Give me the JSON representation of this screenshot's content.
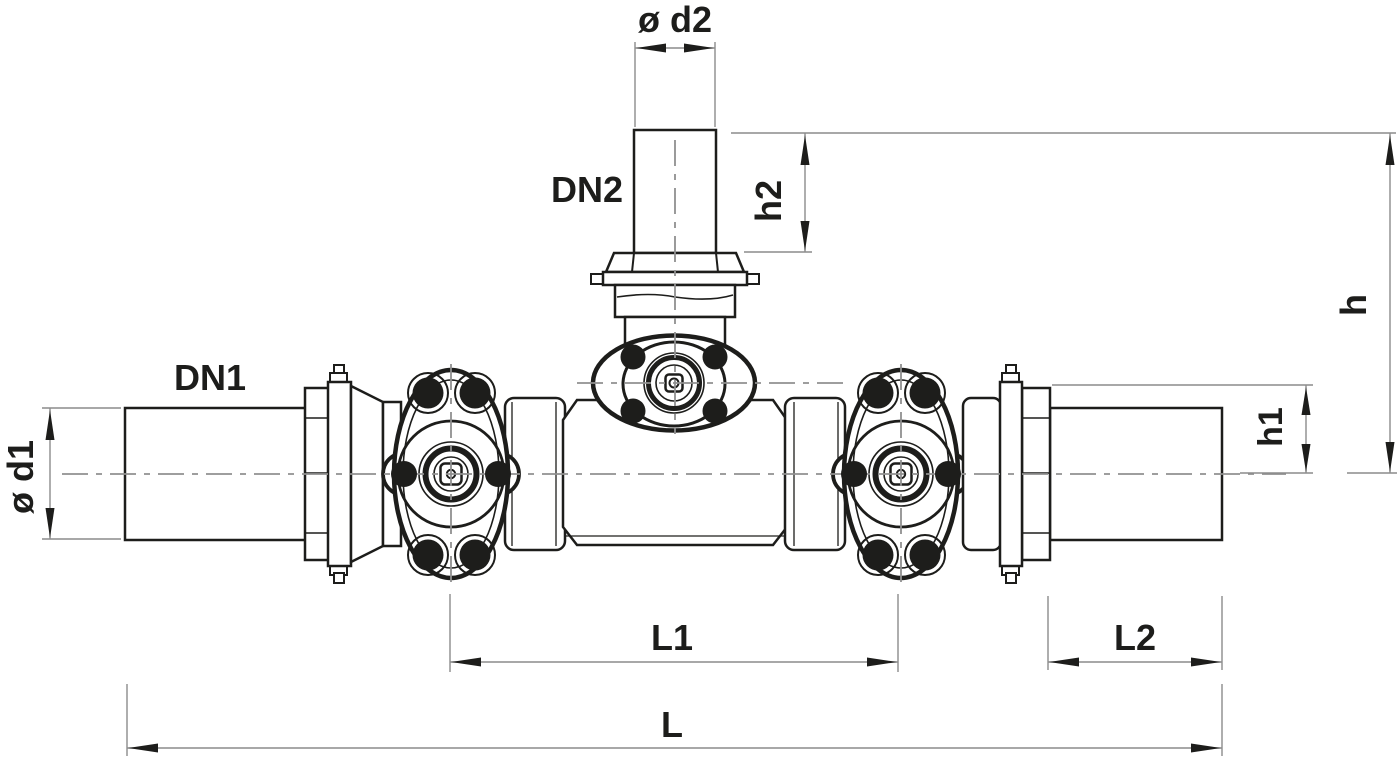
{
  "diagram": {
    "description": "Technical dimension drawing of a T pipe fitting with three oval bolted flanges and screw couplings",
    "dimension_labels": {
      "branch_outer_diameter": "ø d2",
      "branch_nominal": "DN2",
      "branch_height": "h2",
      "total_height": "h",
      "main_nominal": "DN1",
      "main_outer_diameter": "ø d1",
      "end_height": "h1",
      "center_length": "L1",
      "end_length": "L2",
      "total_length": "L"
    },
    "colors": {
      "outline": "#1d1d1b",
      "dimension_lines": "#8c8c8c",
      "centerlines": "#909090",
      "labels": "#1d1d1b",
      "background": "#ffffff"
    }
  }
}
